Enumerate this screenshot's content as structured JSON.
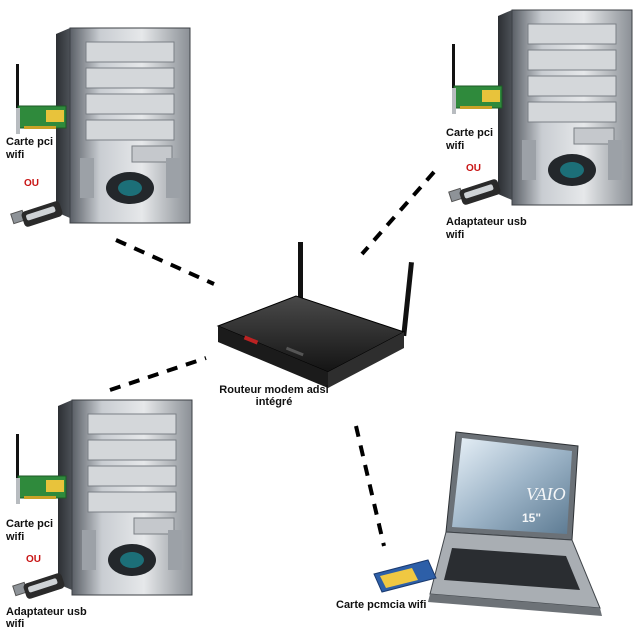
{
  "colors": {
    "link": "#000000",
    "or_text": "#c81414",
    "tower": "#9aa0a6",
    "router": "#2a2a2a",
    "pcb": "#2f8a3c"
  },
  "router": {
    "label_line1": "Routeur modem adsl",
    "label_line2": "intégré"
  },
  "nodes": {
    "top_left": {
      "pci_line1": "Carte pci",
      "pci_line2": "wifi",
      "or": "OU"
    },
    "top_right": {
      "pci_line1": "Carte pci",
      "pci_line2": "wifi",
      "or": "OU",
      "usb_line1": "Adaptateur usb",
      "usb_line2": "wifi"
    },
    "bottom_left": {
      "pci_line1": "Carte pci",
      "pci_line2": "wifi",
      "or": "OU",
      "usb_line1": "Adaptateur usb",
      "usb_line2": "wifi"
    },
    "laptop": {
      "brand": "VAIO",
      "screen_size": "15\"",
      "card_label": "Carte pcmcia wifi"
    }
  }
}
